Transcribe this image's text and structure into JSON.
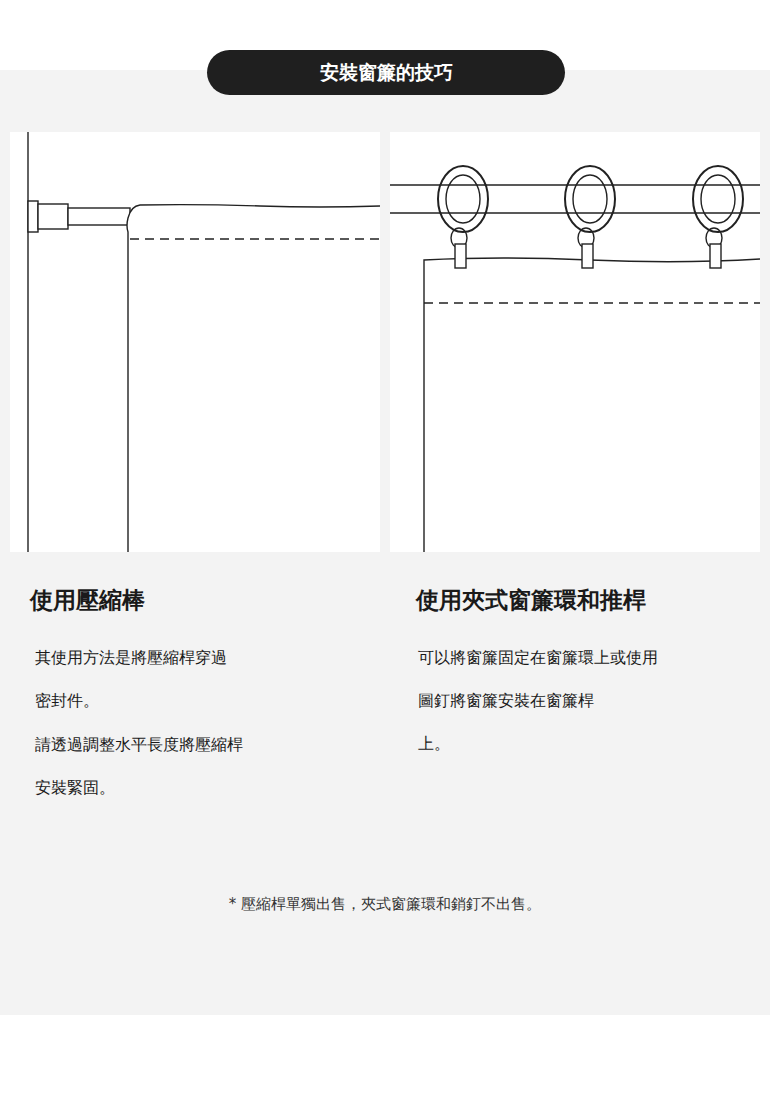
{
  "diagram": {
    "title": "安裝窗簾的技巧",
    "caption": "* 壓縮桿單獨出售，夾式窗簾環和銷釘不出售。",
    "labels": [
      "使用壓縮棒",
      "其使用方法是將壓縮桿穿過 密封件。",
      "請透過調整水平長度將壓縮桿 安裝緊固。",
      "使用夾式窗簾環和推桿",
      "可以將窗簾固定在窗簾環上或使用 圖釘將窗簾安裝在窗簾桿 上。"
    ]
  }
}
